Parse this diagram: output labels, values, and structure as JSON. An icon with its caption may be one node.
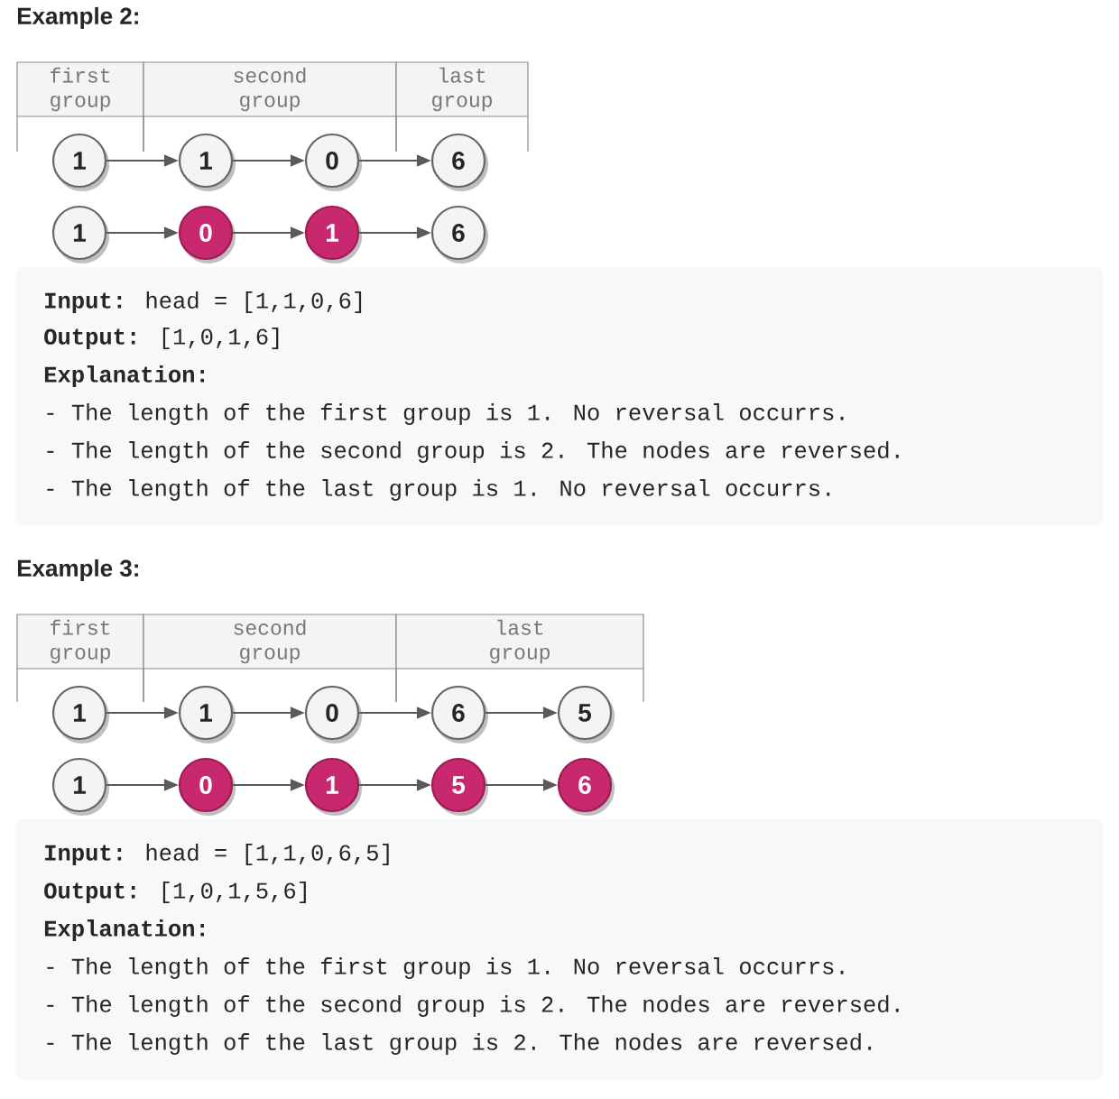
{
  "diagram": {
    "nodes": [
      {
        "text": [
          "first group"
        ]
      },
      {
        "text": [
          "second group"
        ]
      },
      {
        "text": [
          "last group"
        ]
      },
      {
        "text": [
          "1"
        ]
      },
      {
        "text": [
          "1"
        ]
      },
      {
        "text": [
          "0"
        ]
      },
      {
        "text": [
          "6"
        ]
      },
      {
        "text": [
          "1"
        ]
      },
      {
        "text": [
          "0"
        ]
      },
      {
        "text": [
          "1"
        ]
      },
      {
        "text": [
          "6"
        ]
      },
      {
        "text": [
          "first group"
        ]
      },
      {
        "text": [
          "second group"
        ]
      },
      {
        "text": [
          "last group"
        ]
      },
      {
        "text": [
          "1"
        ]
      },
      {
        "text": [
          "1"
        ]
      },
      {
        "text": [
          "0"
        ]
      },
      {
        "text": [
          "6"
        ]
      },
      {
        "text": [
          "5"
        ]
      },
      {
        "text": [
          "1"
        ]
      },
      {
        "text": [
          "0"
        ]
      },
      {
        "text": [
          "1"
        ]
      },
      {
        "text": [
          "5"
        ]
      },
      {
        "text": [
          "6"
        ]
      }
    ],
    "edges": [
      {
        "from": 3,
        "to": 4,
        "arrow": "to"
      },
      {
        "from": 4,
        "to": 5,
        "arrow": "to"
      },
      {
        "from": 5,
        "to": 6,
        "arrow": "to"
      },
      {
        "from": 7,
        "to": 8,
        "arrow": "to"
      },
      {
        "from": 8,
        "to": 9,
        "arrow": "to"
      },
      {
        "from": 9,
        "to": 10,
        "arrow": "to"
      },
      {
        "from": 14,
        "to": 15,
        "arrow": "to"
      },
      {
        "from": 15,
        "to": 16,
        "arrow": "to"
      },
      {
        "from": 16,
        "to": 17,
        "arrow": "to"
      },
      {
        "from": 17,
        "to": 18,
        "arrow": "to"
      },
      {
        "from": 19,
        "to": 20,
        "arrow": "to"
      },
      {
        "from": 20,
        "to": 21,
        "arrow": "to"
      },
      {
        "from": 21,
        "to": 22,
        "arrow": "to"
      },
      {
        "from": 22,
        "to": 23,
        "arrow": "to"
      }
    ],
    "labels": [
      "Example 2:",
      "**Input:** head = [1,1,0,6]",
      "**Output:** [1,0,1,6]",
      "Explanation:",
      "- The length of the first group is 1. No reversal occurrs.",
      "- The length of the second group is 2. The nodes are reversed.",
      "- The length of the last group is 1. No reversal occurrs.",
      "Example 3:",
      "**Input:** head = [1,1,0,6,5]",
      "**Output:** [1,0,1,5,6]",
      "Explanation:",
      "- The length of the first group is 1. No reversal occurrs.",
      "- The length of the second group is 2. The nodes are reversed.",
      "- The length of the last group is 2. The nodes are reversed."
    ]
  }
}
